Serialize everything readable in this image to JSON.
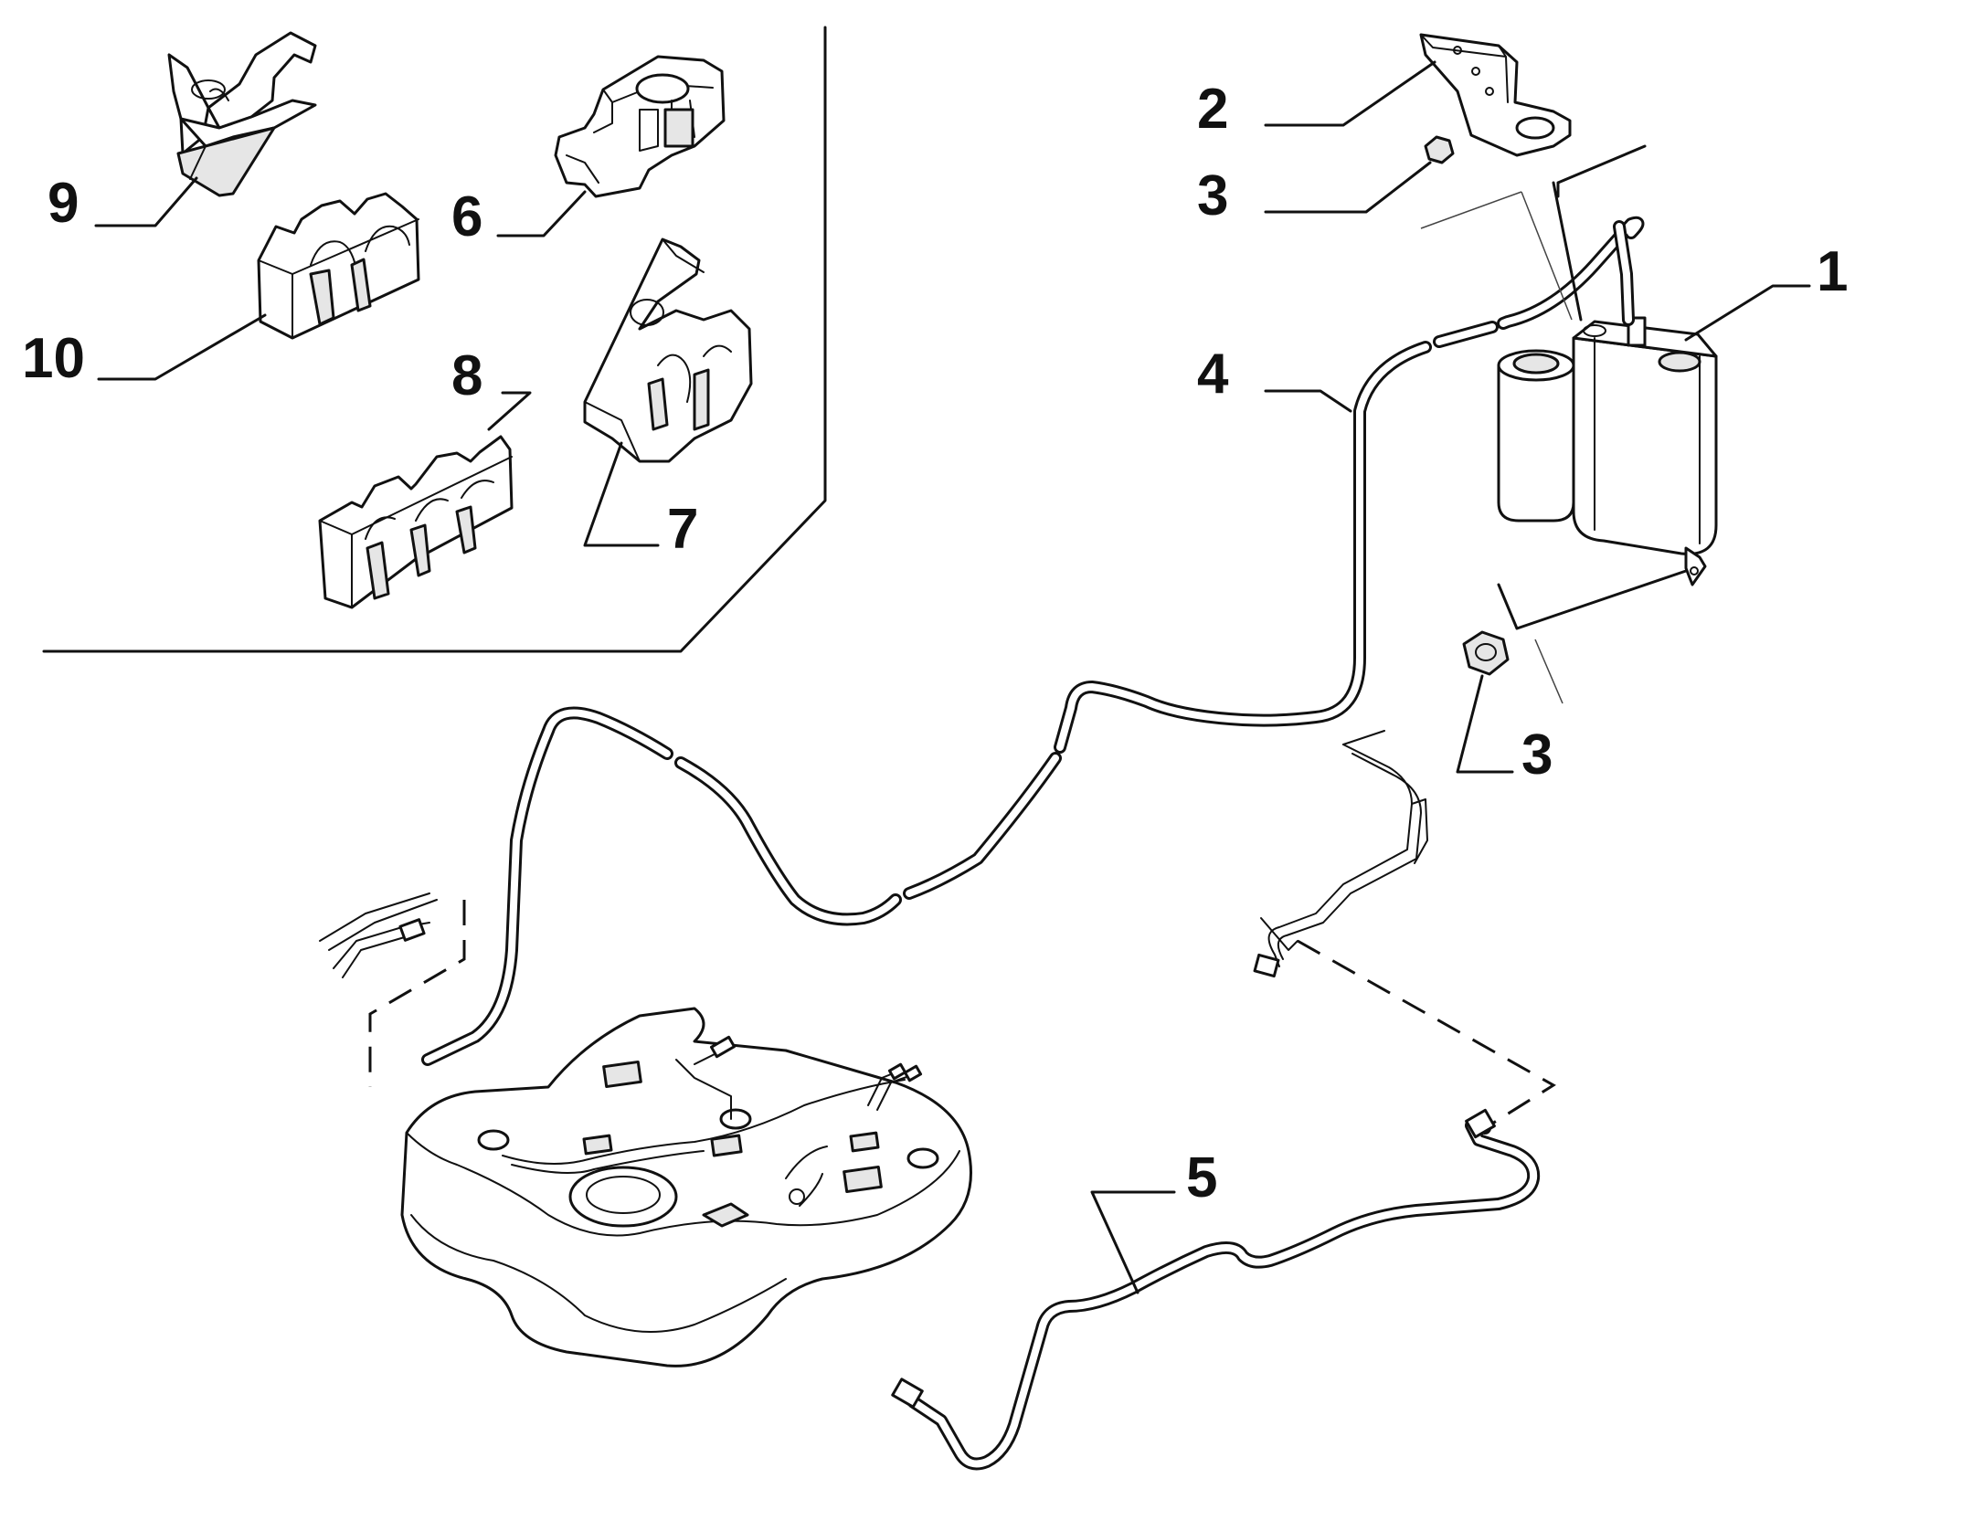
{
  "colors": {
    "ink": "#111111",
    "fill": "#e6e6e6",
    "background": "#ffffff"
  },
  "callouts": {
    "c1": "1",
    "c2": "2",
    "c3_top": "3",
    "c3_bottom": "3",
    "c4": "4",
    "c5": "5",
    "c6": "6",
    "c7": "7",
    "c8": "8",
    "c9": "9",
    "c10": "10"
  },
  "parts": [
    {
      "callout": "1",
      "icon": "charcoal-canister-icon"
    },
    {
      "callout": "2",
      "icon": "mounting-bracket-icon"
    },
    {
      "callout": "3",
      "icon": "nut-icon"
    },
    {
      "callout": "4",
      "icon": "vapor-pipe-icon"
    },
    {
      "callout": "5",
      "icon": "fuel-pipe-icon"
    },
    {
      "callout": "6",
      "icon": "pipe-clip-icon"
    },
    {
      "callout": "7",
      "icon": "pipe-clip-with-arm-icon"
    },
    {
      "callout": "8",
      "icon": "triple-pipe-clip-icon"
    },
    {
      "callout": "9",
      "icon": "hinged-clip-icon"
    },
    {
      "callout": "10",
      "icon": "double-pipe-clip-icon"
    }
  ]
}
